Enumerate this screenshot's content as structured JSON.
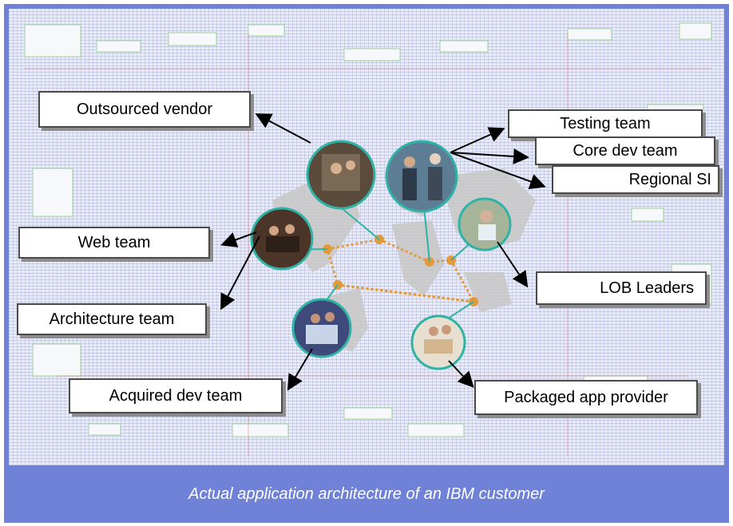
{
  "labels": {
    "outsourced_vendor": "Outsourced vendor",
    "testing_team": "Testing team",
    "core_dev_team": "Core dev team",
    "regional_si": "Regional SI",
    "web_team": "Web team",
    "architecture_team": "Architecture team",
    "lob_leaders": "LOB Leaders",
    "acquired_dev_team": "Acquired dev team",
    "packaged_app_provider": "Packaged app provider"
  },
  "caption": "Actual application architecture of an IBM customer",
  "colors": {
    "frame": "#6f82d8",
    "circle_border": "#2fb3a6",
    "connector": "#e39a3a",
    "arrow": "#000000"
  }
}
